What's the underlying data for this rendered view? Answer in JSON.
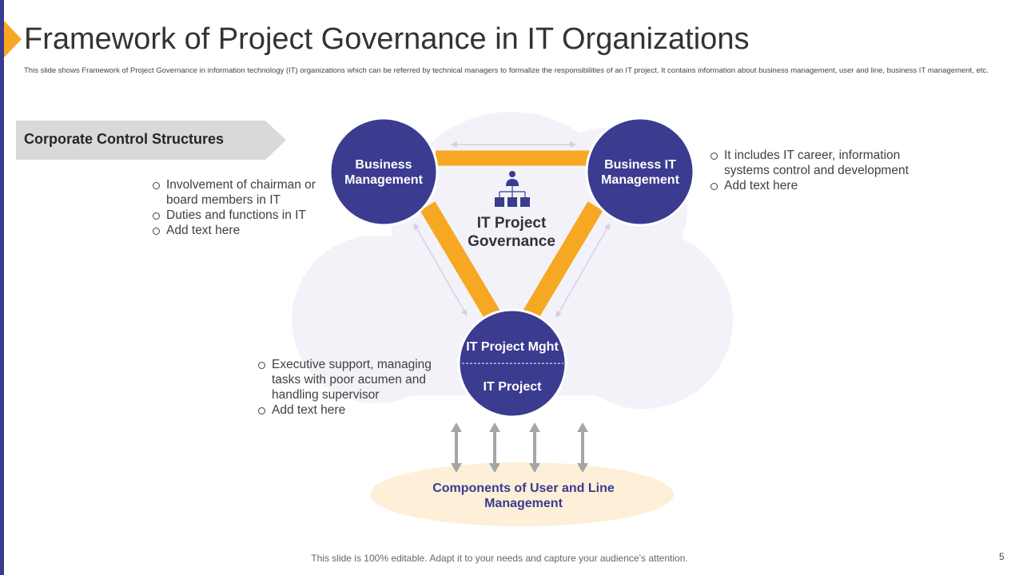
{
  "slide": {
    "title": "Framework of Project Governance in IT Organizations",
    "subtitle": "This slide shows Framework of Project Governance in information technology (IT) organizations which can be referred by technical managers to formalize the responsibilities of an IT  project. It contains information about business management, user and line, business IT management, etc.",
    "footer": "This slide is 100% editable. Adapt it to your needs and capture your audience’s attention.",
    "page_number": "5"
  },
  "corporate": {
    "label": "Corporate Control Structures"
  },
  "bullets": {
    "left": [
      "Involvement  of chairman or board  members in IT",
      "Duties and functions  in IT",
      "Add text here"
    ],
    "right": [
      "It includes IT career, information systems control and development",
      "Add text here"
    ],
    "bottom": [
      "Executive support, managing tasks with poor acumen and handling supervisor",
      "Add text here"
    ]
  },
  "diagram": {
    "business_mgmt": "Business Management",
    "business_it_mgmt": "Business IT Management",
    "it_project_mght": "IT Project Mght",
    "it_project": "IT Project",
    "center": "IT Project Governance",
    "components": "Components of User and Line Management"
  },
  "colors": {
    "navy": "#3b3b8f",
    "accent_orange": "#f7a823",
    "cloud": "#f3f2f8",
    "ellipse": "#fdefd8",
    "banner_gray": "#d9d9d9"
  },
  "icons": [
    "org-chart-icon",
    "double-arrow-icon"
  ]
}
